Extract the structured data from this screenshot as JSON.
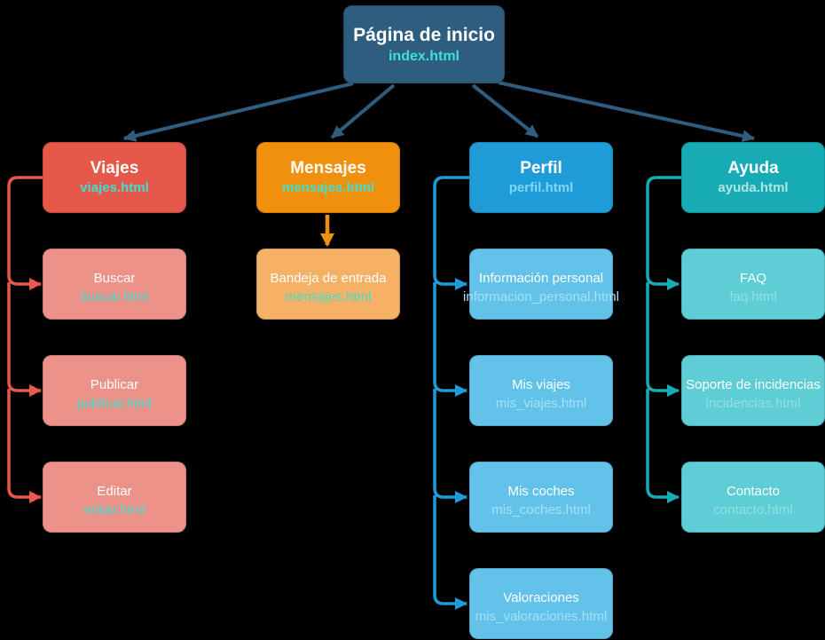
{
  "colors": {
    "background": "#000000",
    "root_fill": "#2e5d80",
    "root_subtitle": "#3fe0d5",
    "connector_dark": "#2e5d80",
    "viajes_fill": "#e65849",
    "viajes_child_fill": "#ec9289",
    "viajes_subtitle": "#40e0d0",
    "mensajes_fill": "#f0910d",
    "mensajes_child_fill": "#f5b266",
    "mensajes_subtitle": "#40e0d0",
    "perfil_fill": "#1f9cd8",
    "perfil_child_fill": "#62c2ea",
    "perfil_subtitle": "#7ed7f8",
    "perfil_child_subtitle": "#a6e1f8",
    "ayuda_fill": "#17abb5",
    "ayuda_child_fill": "#5ecdd6",
    "ayuda_subtitle": "#b0e5e6",
    "ayuda_child_subtitle": "#90e2e0"
  },
  "root": {
    "title": "Página de inicio",
    "subtitle": "index.html"
  },
  "branches": [
    {
      "title": "Viajes",
      "subtitle": "viajes.html",
      "children": [
        {
          "title": "Buscar",
          "subtitle": "buscar.html"
        },
        {
          "title": "Publicar",
          "subtitle": "publicar.html"
        },
        {
          "title": "Editar",
          "subtitle": "editar.html"
        }
      ]
    },
    {
      "title": "Mensajes",
      "subtitle": "mensajes.html",
      "children": [
        {
          "title": "Bandeja de entrada",
          "subtitle": "mensajes.html"
        }
      ]
    },
    {
      "title": "Perfil",
      "subtitle": "perfil.html",
      "children": [
        {
          "title": "Información personal",
          "subtitle": "informacion_personal.html"
        },
        {
          "title": "Mis viajes",
          "subtitle": "mis_viajes.html"
        },
        {
          "title": "Mis coches",
          "subtitle": "mis_coches.html"
        },
        {
          "title": "Valoraciones",
          "subtitle": "mis_valoraciones.html"
        }
      ]
    },
    {
      "title": "Ayuda",
      "subtitle": "ayuda.html",
      "children": [
        {
          "title": "FAQ",
          "subtitle": "faq.html"
        },
        {
          "title": "Soporte de incidencias",
          "subtitle": "incidencias.html"
        },
        {
          "title": "Contacto",
          "subtitle": "contacto.html"
        }
      ]
    }
  ]
}
